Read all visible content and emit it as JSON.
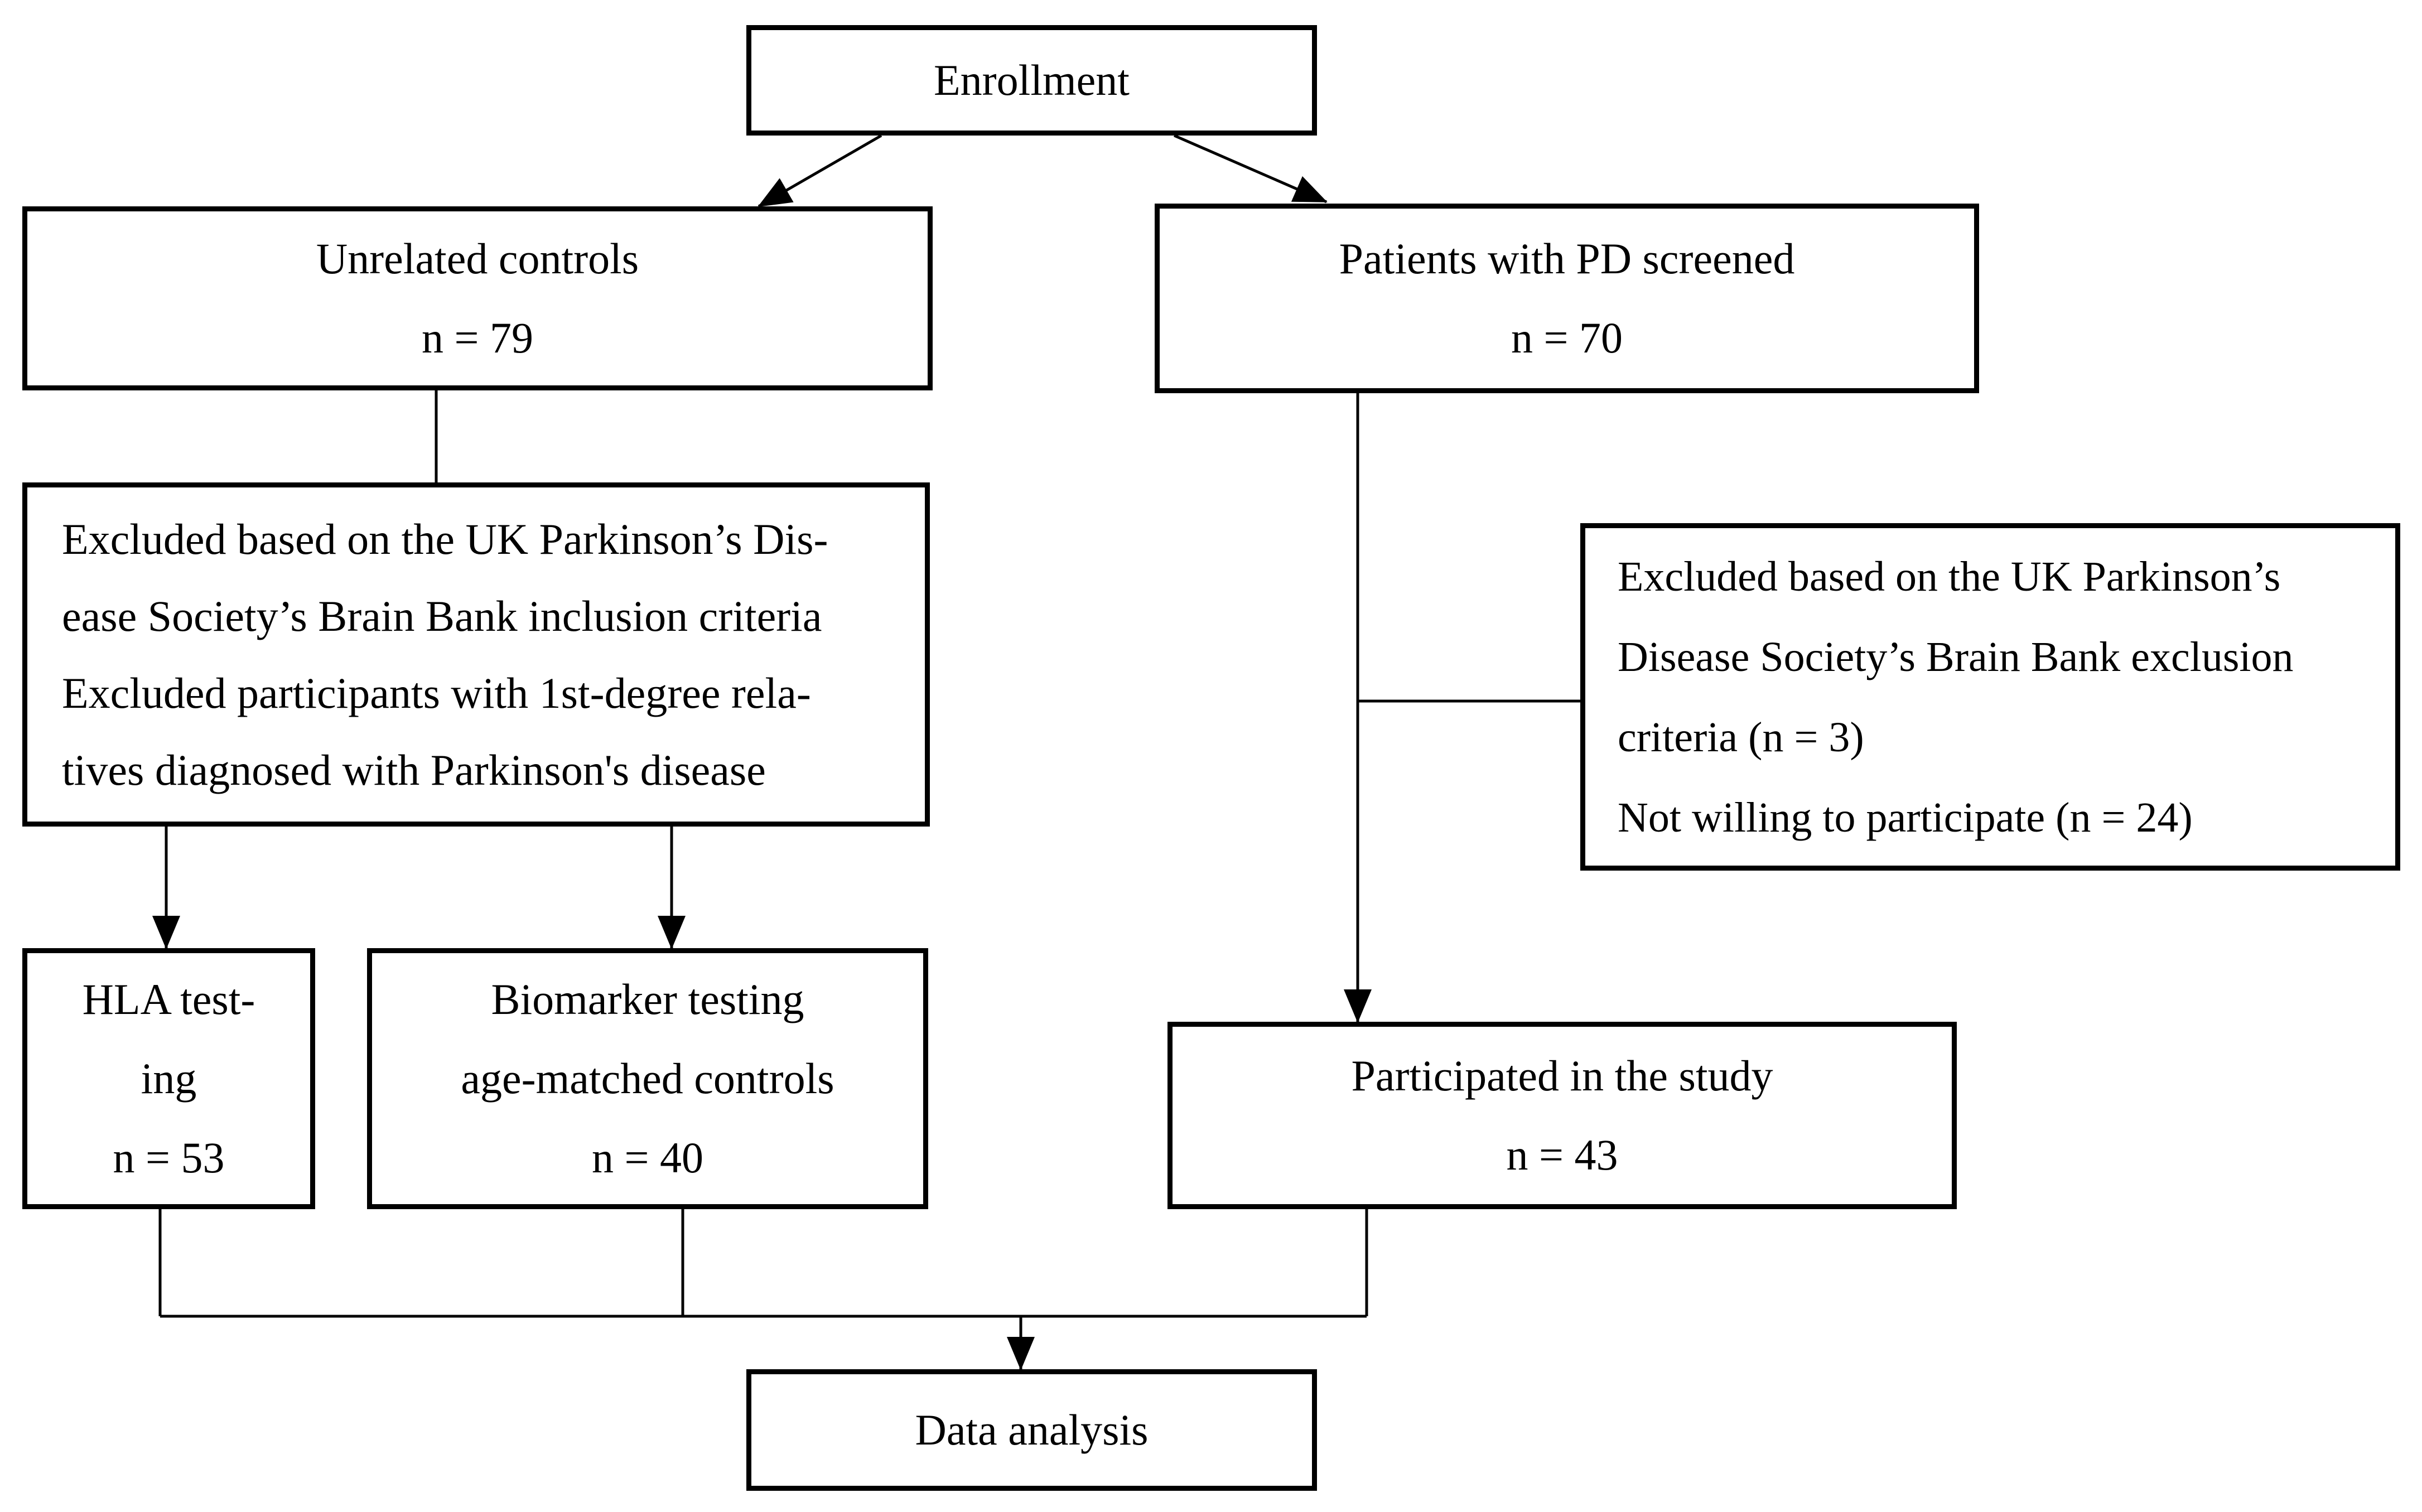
{
  "boxes": {
    "enrollment": {
      "lines": [
        "Enrollment"
      ]
    },
    "unrelated_controls": {
      "lines": [
        "Unrelated controls",
        "n = 79"
      ]
    },
    "patients_screened": {
      "lines": [
        "Patients with PD screened",
        "n = 70"
      ]
    },
    "excluded_controls": {
      "lines": [
        "Excluded based on the UK Parkinson’s Dis-",
        "ease Society’s Brain Bank inclusion criteria",
        "Excluded participants with 1st-degree rela-",
        "tives diagnosed with Parkinson's disease"
      ]
    },
    "excluded_patients": {
      "lines": [
        "Excluded based on the UK Parkinson’s",
        "Disease Society’s Brain Bank exclusion",
        "criteria (n = 3)",
        "Not willing to participate (n = 24)"
      ]
    },
    "hla_testing": {
      "lines": [
        "HLA test-",
        "ing",
        "n = 53"
      ]
    },
    "biomarker_testing": {
      "lines": [
        "Biomarker testing",
        "age-matched controls",
        "n = 40"
      ]
    },
    "participated": {
      "lines": [
        "Participated in the study",
        "n = 43"
      ]
    },
    "data_analysis": {
      "lines": [
        "Data analysis"
      ]
    }
  }
}
